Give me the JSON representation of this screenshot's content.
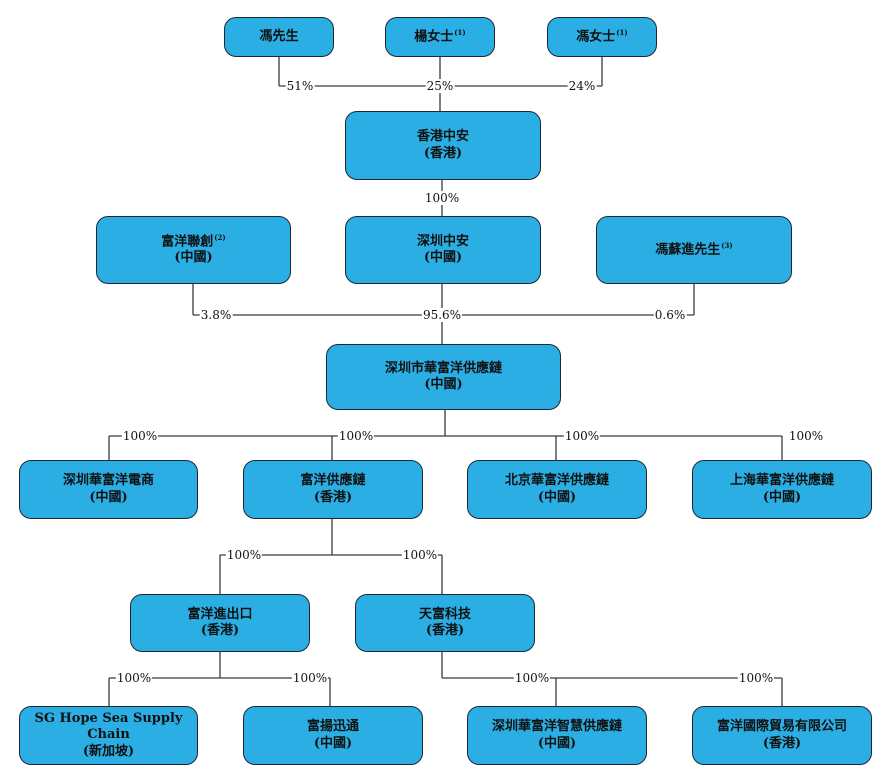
{
  "nodes": {
    "feng": {
      "name": "馮先生"
    },
    "yang": {
      "name": "楊女士",
      "note": "(1)"
    },
    "fengms": {
      "name": "馮女士",
      "note": "(1)"
    },
    "hk_zhongan": {
      "name": "香港中安",
      "region": "(香港)"
    },
    "fuyang_lianchuang": {
      "name": "富洋聯創",
      "note": "(2)",
      "region": "(中國)"
    },
    "sz_zhongan": {
      "name": "深圳中安",
      "region": "(中國)"
    },
    "feng_sujin": {
      "name": "馮蘇進先生",
      "note": "(3)"
    },
    "sz_hua": {
      "name": "深圳市華富洋供應鏈",
      "region": "(中國)"
    },
    "sz_ecom": {
      "name": "深圳華富洋電商",
      "region": "(中國)"
    },
    "fy_supply": {
      "name": "富洋供應鏈",
      "region": "(香港)"
    },
    "bj_hua": {
      "name": "北京華富洋供應鏈",
      "region": "(中國)"
    },
    "sh_hua": {
      "name": "上海華富洋供應鏈",
      "region": "(中國)"
    },
    "fy_import": {
      "name": "富洋進出口",
      "region": "(香港)"
    },
    "tianfu": {
      "name": "天富科技",
      "region": "(香港)"
    },
    "sg_hope": {
      "name": "SG Hope Sea Supply",
      "name2": "Chain",
      "region": "(新加坡)"
    },
    "fuyang_xun": {
      "name": "富揚迅通",
      "region": "(中國)"
    },
    "sz_smart": {
      "name": "深圳華富洋智慧供應鏈",
      "region": "(中國)"
    },
    "fy_trade": {
      "name": "富洋國際貿易有限公司",
      "region": "(香港)"
    }
  },
  "ownership": {
    "feng_hk": "51%",
    "yang_hk": "25%",
    "fengms_hk": "24%",
    "hk_szzhongan": "100%",
    "lianchuang_szhua": "3.8%",
    "szzhongan_szhua": "95.6%",
    "fengsujin_szhua": "0.6%",
    "szhua_ecom": "100%",
    "szhua_fysupply": "100%",
    "szhua_bj": "100%",
    "szhua_sh": "100%",
    "fysupply_import": "100%",
    "fysupply_tianfu": "100%",
    "import_sg": "100%",
    "import_xun": "100%",
    "tianfu_smart": "100%",
    "tianfu_trade": "100%"
  }
}
